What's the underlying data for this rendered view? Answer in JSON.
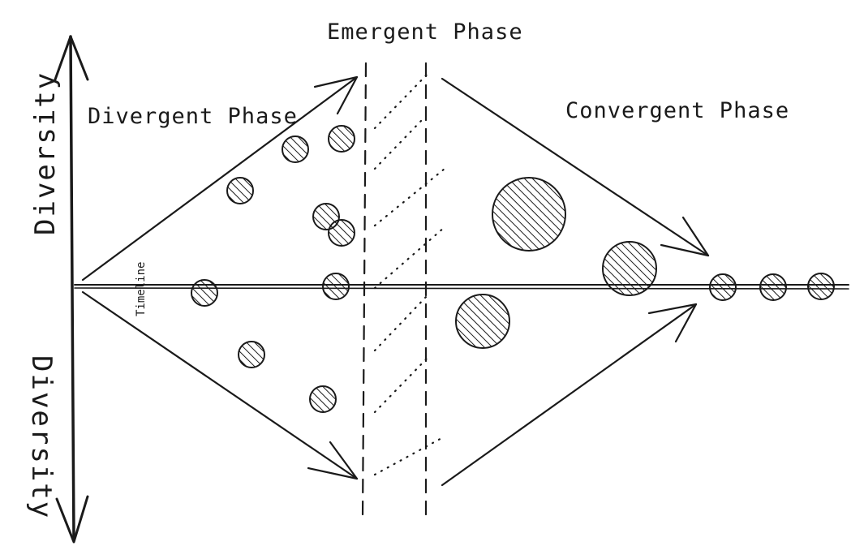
{
  "labels": {
    "emergent_phase": "Emergent Phase",
    "divergent_phase": "Divergent Phase",
    "convergent_phase": "Convergent Phase",
    "diversity_top": "Diversity",
    "diversity_bottom": "Diversity",
    "timeline": "Timeline"
  },
  "colors": {
    "ink": "#1a1a1a",
    "background": "#ffffff"
  }
}
